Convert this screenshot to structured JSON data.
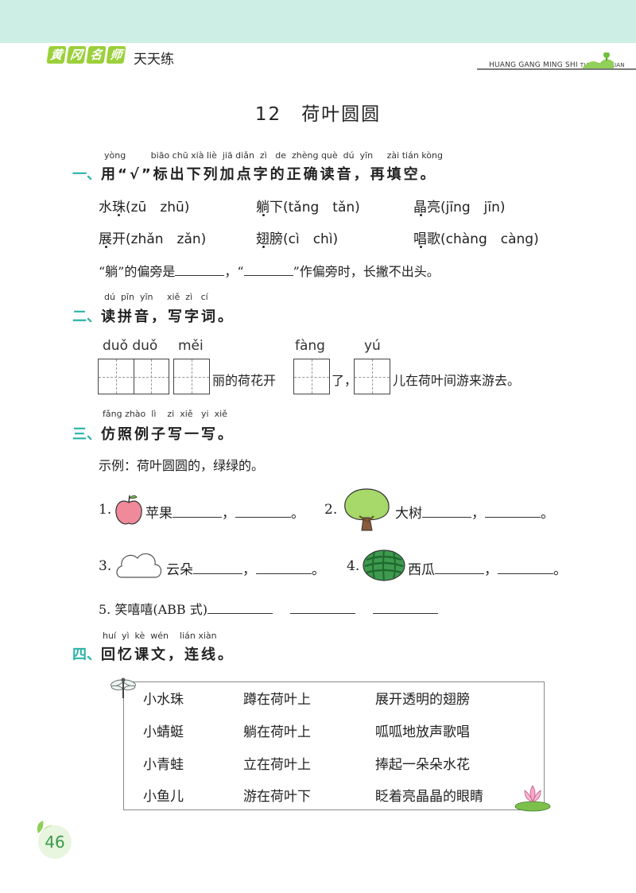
{
  "header": {
    "brand_chars": [
      "黄",
      "冈",
      "名",
      "师"
    ],
    "brand_tag": "天天练",
    "brand_pinyin": "HUANG GANG MING SHI",
    "brand_pinyin_small": "TIAN TIAN LIAN"
  },
  "title": "12　荷叶圆圆",
  "section1": {
    "pinyin": "yòng         biāo chū xià liè  jiā diǎn  zì   de  zhèng què  dú  yīn     zài tián kòng",
    "num": "一、",
    "text": "用“√”标出下列加点字的正确读音，再填空。",
    "row1": [
      {
        "word": "水珠",
        "options": "(zū　zhū)"
      },
      {
        "word": "躺下",
        "options": "(tǎng　tǎn)"
      },
      {
        "word": "晶亮",
        "options": "(jīng　jīn)"
      }
    ],
    "row2": [
      {
        "word": "展开",
        "options": "(zhǎn　zǎn)"
      },
      {
        "word": "翅膀",
        "options": "(cì　chì)"
      },
      {
        "word": "唱歌",
        "options": "(chàng　càng)"
      }
    ],
    "fill_a": "“躺”的偏旁是",
    "fill_b": "，“",
    "fill_c": "”作偏旁时，长撇不出头。"
  },
  "section2": {
    "pinyin": "dú  pīn  yīn     xiě  zì   cí",
    "num": "二、",
    "text": "读拼音，写字词。",
    "py1": "duǒ duǒ",
    "py2": "měi",
    "py3": "fàng",
    "py4": "yú",
    "t1": "丽的荷花开",
    "t2": "了，",
    "t3": "儿在荷叶间游来游去。"
  },
  "section3": {
    "pinyin": "fǎng zhào  lì    zi  xiě   yi  xiě",
    "num": "三、",
    "text": "仿照例子写一写。",
    "example": "示例：荷叶圆圆的，绿绿的。",
    "items": [
      {
        "num": "1.",
        "word": "苹果",
        "icon": "apple-icon"
      },
      {
        "num": "2.",
        "word": "大树",
        "icon": "tree-icon"
      },
      {
        "num": "3.",
        "word": "云朵",
        "icon": "cloud-icon"
      },
      {
        "num": "4.",
        "word": "西瓜",
        "icon": "watermelon-icon"
      }
    ],
    "comma": "，",
    "period": "。",
    "item5": "5. 笑嘻嘻(ABB 式)"
  },
  "section4": {
    "pinyin": "huí  yì  kè  wén    lián xiàn",
    "num": "四、",
    "text": "回忆课文，连线。",
    "col1": [
      "小水珠",
      "小蜻蜓",
      "小青蛙",
      "小鱼儿"
    ],
    "col2": [
      "蹲在荷叶上",
      "躺在荷叶上",
      "立在荷叶上",
      "游在荷叶下"
    ],
    "col3": [
      "展开透明的翅膀",
      "呱呱地放声歌唱",
      "捧起一朵朵水花",
      "眨着亮晶晶的眼睛"
    ]
  },
  "page_number": "46",
  "colors": {
    "header_band": "#cdeee5",
    "accent_teal": "#2ab3a6",
    "brand_green": "#9bd03a",
    "apple_red": "#f08a9a",
    "tree_green": "#a6d86a",
    "melon_green": "#3f9a4f"
  }
}
